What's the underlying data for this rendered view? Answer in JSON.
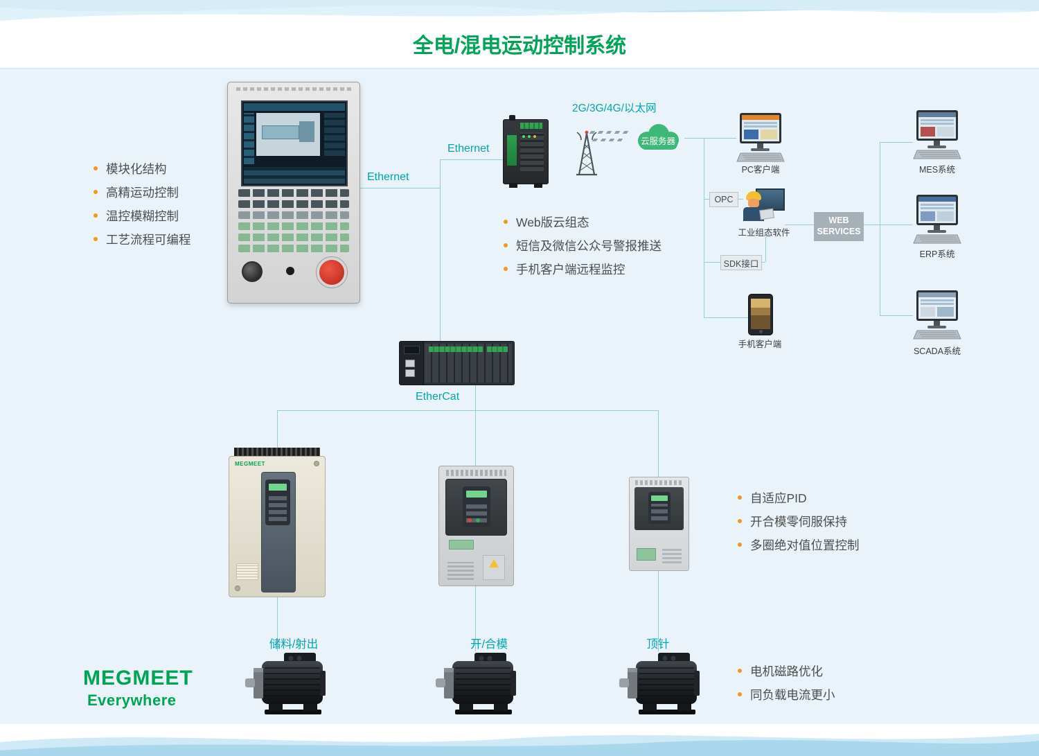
{
  "title": "全电/混电运动控制系统",
  "brand": {
    "name": "MEGMEET",
    "tagline": "Everywhere"
  },
  "network_labels": {
    "hmi_ethernet": "Ethernet",
    "gateway_ethernet": "Ethernet",
    "wan": "2G/3G/4G/以太网",
    "cloud": "云服务器",
    "ethercat": "EtherCat",
    "opc": "OPC",
    "sdk": "SDK接口",
    "web_services": "WEB SERVICES"
  },
  "nodes": {
    "pc_client": "PC客户端",
    "mes": "MES系统",
    "industrial_software": "工业组态软件",
    "erp": "ERP系统",
    "mobile_client": "手机客户端",
    "scada": "SCADA系统"
  },
  "drive_labels": {
    "injection": "储料/射出",
    "mold": "开/合模",
    "ejector": "顶针"
  },
  "features": {
    "hmi": [
      "模块化结构",
      "高精运动控制",
      "温控模糊控制",
      "工艺流程可编程"
    ],
    "cloud": [
      "Web版云组态",
      "短信及微信公众号警报推送",
      "手机客户端远程监控"
    ],
    "drive": [
      "自适应PID",
      "开合模零伺服保持",
      "多圈绝对值位置控制"
    ],
    "motor": [
      "电机磁路优化",
      "同负载电流更小"
    ]
  },
  "colors": {
    "title_green": "#00a455",
    "label_teal": "#00a5b1",
    "bullet_orange": "#f0981e",
    "cloud_green": "#3db878",
    "background": "#e9f3f9"
  }
}
